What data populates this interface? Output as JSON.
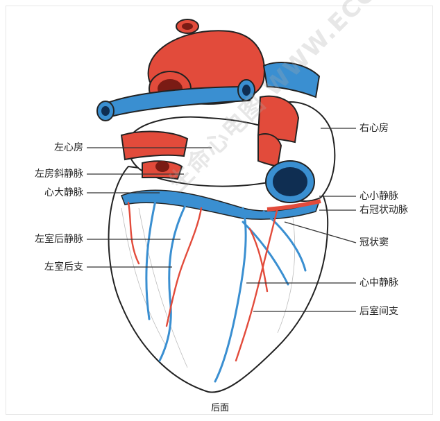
{
  "colors": {
    "artery": "#e24b3b",
    "vein": "#3a8fd1",
    "outline": "#222222",
    "leader": "#333333"
  },
  "watermark": "生命心电图 WWW.ECGBIO.COM",
  "labels": {
    "right_atrium": "右心房",
    "left_atrium": "左心房",
    "oblique_vein_la": "左房斜静脉",
    "great_cardiac_vein": "心大静脉",
    "small_cardiac_vein": "心小静脉",
    "right_coronary_artery": "右冠状动脉",
    "posterior_vein_lv": "左室后静脉",
    "coronary_sinus": "冠状窦",
    "posterior_branch_lv": "左室后支",
    "middle_cardiac_vein": "心中静脉",
    "posterior_interventricular": "后室间支"
  },
  "caption": "后面"
}
